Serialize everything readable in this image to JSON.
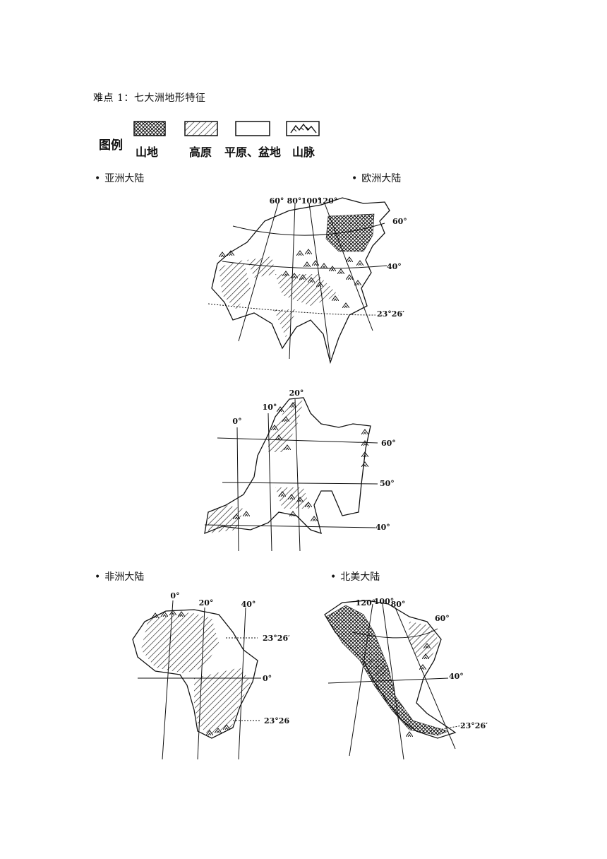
{
  "heading": "难点 1：七大洲地形特征",
  "legend": {
    "title": "图例",
    "items": [
      {
        "label": "山地",
        "pattern": "crosshatch"
      },
      {
        "label": "高原",
        "pattern": "diagonal-hatch"
      },
      {
        "label": "平原、盆地",
        "pattern": "blank"
      },
      {
        "label": "山脉",
        "pattern": "mountain-range-symbol"
      }
    ]
  },
  "bullet": "•",
  "maps": {
    "asia": {
      "label": "亚洲大陆",
      "top_labels": [
        "60°",
        "80°",
        "100°",
        "120°"
      ],
      "side_labels": [
        "60°",
        "40°",
        "23°26′"
      ]
    },
    "europe": {
      "label": "欧洲大陆",
      "top_labels": [
        "0°",
        "10°",
        "20°"
      ],
      "side_labels": [
        "60°",
        "50°",
        "40°"
      ]
    },
    "africa": {
      "label": "非洲大陆",
      "top_labels": [
        "0°",
        "20°",
        "40°"
      ],
      "side_labels": [
        "23°26′",
        "0°",
        "23°26"
      ]
    },
    "north_america": {
      "label": "北美大陆",
      "top_labels": [
        "120°",
        "100°",
        "80°"
      ],
      "side_labels": [
        "60°",
        "40°",
        "23°26′"
      ]
    }
  },
  "colors": {
    "ink": "#111111",
    "paper": "#ffffff"
  }
}
